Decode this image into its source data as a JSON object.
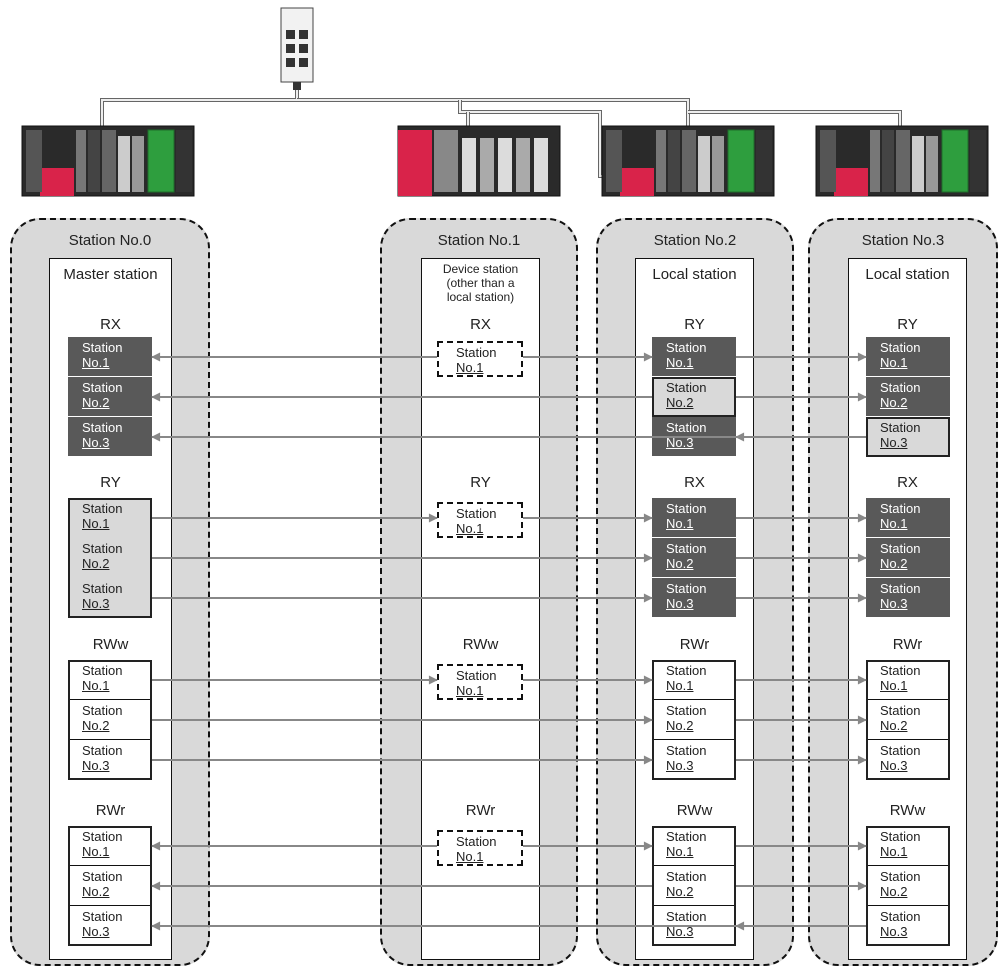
{
  "stations": {
    "st0": {
      "title": "Station No.0",
      "role": "Master station"
    },
    "st1": {
      "title": "Station No.1",
      "role_lines": [
        "Device station",
        "(other than a",
        "local station)"
      ]
    },
    "st2": {
      "title": "Station No.2",
      "role": "Local station"
    },
    "st3": {
      "title": "Station No.3",
      "role": "Local station"
    }
  },
  "cell_text": {
    "line1": "Station",
    "n1": "No.1",
    "n2": "No.2",
    "n3": "No.3"
  },
  "devices": {
    "st0": [
      "RX",
      "RY",
      "RWw",
      "RWr"
    ],
    "st1": [
      "RX",
      "RY",
      "RWw",
      "RWr"
    ],
    "st2": [
      "RY",
      "RX",
      "RWr",
      "RWw"
    ],
    "st3": [
      "RY",
      "RX",
      "RWr",
      "RWw"
    ]
  },
  "colors": {
    "dark_cell": "#595959",
    "region_fill": "#d9d9d9",
    "arrow": "#888888",
    "plc_red": "#d9234a",
    "plc_green": "#2e9e3e"
  }
}
